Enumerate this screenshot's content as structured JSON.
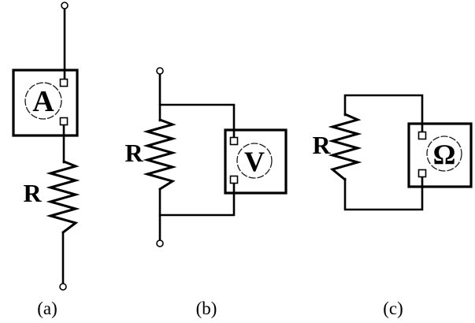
{
  "figure": {
    "colors": {
      "background": "#ffffff",
      "line": "#000000"
    },
    "circuits": [
      {
        "caption": "(a)",
        "meter_symbol": "A",
        "resistor_label": "R"
      },
      {
        "caption": "(b)",
        "meter_symbol": "V",
        "resistor_label": "R"
      },
      {
        "caption": "(c)",
        "meter_symbol": "Ω",
        "resistor_label": "R"
      }
    ]
  }
}
